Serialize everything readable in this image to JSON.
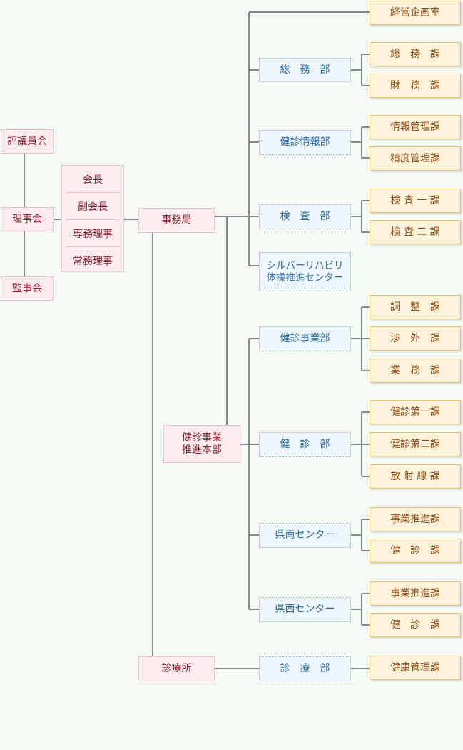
{
  "top": {
    "council": "評議員会",
    "board": "理事会",
    "auditors": "監事会",
    "officers": [
      "会長",
      "副会長",
      "専務理事",
      "常務理事"
    ],
    "secretariat": "事務局",
    "promotion_hq": [
      "健診事業",
      "推進本部"
    ],
    "clinic": "診療所"
  },
  "divisions": {
    "planning_office": "経営企画室",
    "general_affairs": "総　務　部",
    "checkup_info": "健診情報部",
    "inspection": "検　査　部",
    "silver_rehab": [
      "シルバーリハビリ",
      "体操推進センター"
    ],
    "checkup_business": "健診事業部",
    "checkup": "健　診　部",
    "south_center": "県南センター",
    "west_center": "県西センター",
    "medical_treatment": "診　療　部"
  },
  "sections": {
    "general_affairs": [
      "総　務　課",
      "財　務　課"
    ],
    "checkup_info": [
      "情報管理課",
      "精度管理課"
    ],
    "inspection": [
      "検 査 一 課",
      "検 査 二 課"
    ],
    "checkup_business": [
      "調　整　課",
      "渉　外　課",
      "業　務　課"
    ],
    "checkup": [
      "健診第一課",
      "健診第二課",
      "放 射 線 課"
    ],
    "south_center": [
      "事業推進課",
      "健　診　課"
    ],
    "west_center": [
      "事業推進課",
      "健　診　課"
    ],
    "medical_treatment": [
      "健康管理課"
    ]
  }
}
